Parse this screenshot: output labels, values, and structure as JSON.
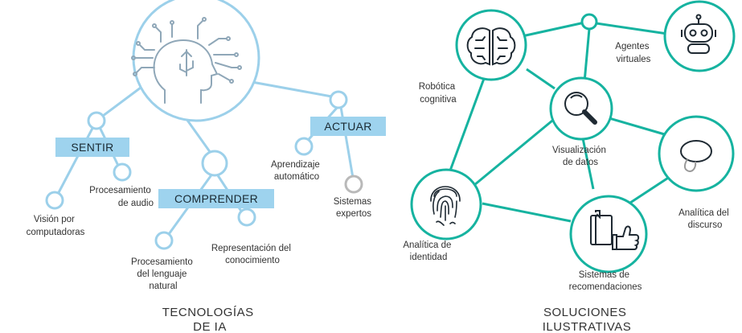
{
  "left": {
    "caption": [
      "TECNOLOGÍAS",
      "DE IA"
    ],
    "categories": {
      "sentir": "SENTIR",
      "comprender": "COMPRENDER",
      "actuar": "ACTUAR"
    },
    "leaves": {
      "vision": [
        "Visión por",
        "computadoras"
      ],
      "audio": [
        "Procesamiento",
        "de audio"
      ],
      "lenguaje": [
        "Procesamiento",
        "del lenguaje",
        "natural"
      ],
      "conocimiento": [
        "Representación del",
        "conocimiento"
      ],
      "aprendizaje": [
        "Aprendizaje",
        "automático"
      ],
      "expertos": [
        "Sistemas",
        "expertos"
      ]
    },
    "colors": {
      "node": "#9cd0ea",
      "tag_fill": "#9ed3ee",
      "expert_node": "#b9b9b9",
      "icon": "#8fa7b8"
    }
  },
  "right": {
    "caption": [
      "SOLUCIONES",
      "ILUSTRATIVAS"
    ],
    "nodes": {
      "robotica": [
        "Robótica",
        "cognitiva"
      ],
      "agentes": [
        "Agentes",
        "virtuales"
      ],
      "visualizacion": [
        "Visualización",
        "de datos"
      ],
      "discurso": [
        "Analítica del",
        "discurso"
      ],
      "identidad": [
        "Analítica de",
        "identidad"
      ],
      "recomendaciones": [
        "Sistemas de",
        "recomendaciones"
      ]
    },
    "icons": {
      "robotica": "brain-circuit-icon",
      "agentes": "robot-icon",
      "visualizacion": "magnifier-icon",
      "discurso": "speech-bubble-icon",
      "identidad": "fingerprint-icon",
      "recomendaciones": "thumbs-up-book-icon"
    },
    "colors": {
      "node": "#16b3a0",
      "icon_dark": "#1f2a33",
      "icon_gray": "#9a9a9a"
    }
  }
}
